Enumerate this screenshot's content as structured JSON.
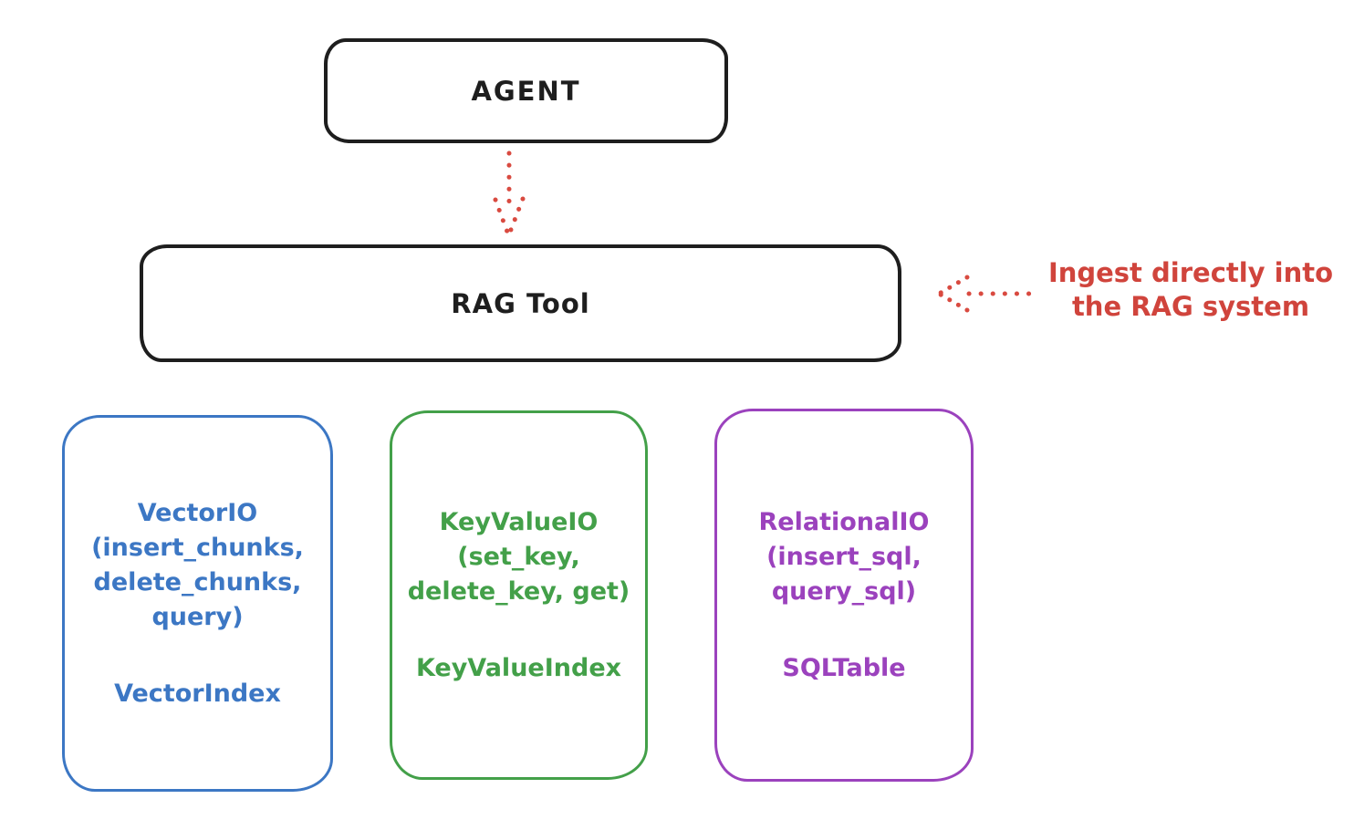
{
  "diagram": {
    "agent": {
      "label": "AGENT"
    },
    "rag_tool": {
      "label": "RAG Tool"
    },
    "annotation": {
      "label": "Ingest directly into\nthe RAG system",
      "color": "#d0443c"
    },
    "providers": [
      {
        "name": "vector-io",
        "io_label": "VectorIO\n(insert_chunks,\ndelete_chunks,\nquery)",
        "index_label": "VectorIndex",
        "color": "#3c77c4"
      },
      {
        "name": "key-value-io",
        "io_label": "KeyValueIO\n(set_key,\ndelete_key, get)",
        "index_label": "KeyValueIndex",
        "color": "#43a049"
      },
      {
        "name": "relational-io",
        "io_label": "RelationalIO\n(insert_sql,\nquery_sql)",
        "index_label": "SQLTable",
        "color": "#9b42bd"
      }
    ],
    "colors": {
      "stroke_black": "#1e1e1e",
      "arrow_red": "#d94a40",
      "background": "#ffffff"
    }
  }
}
